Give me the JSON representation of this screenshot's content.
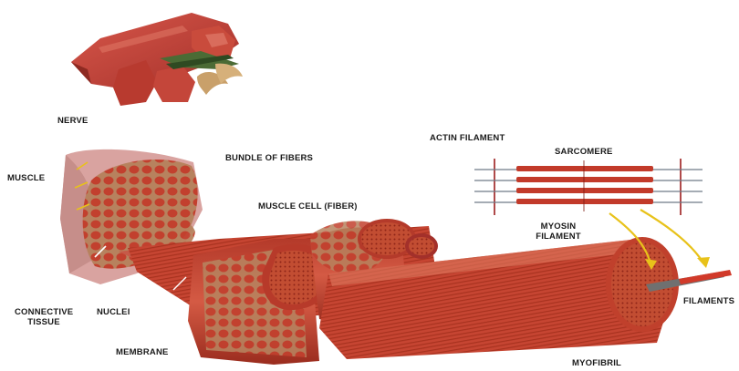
{
  "labels": {
    "nerve": "NERVE",
    "actin_filament": "ACTIN FILAMENT",
    "bundle_of_fibers": "BUNDLE OF FIBERS",
    "sarcomere": "SARCOMERE",
    "muscle": "MUSCLE",
    "muscle_cell": "MUSCLE CELL (FIBER)",
    "myosin_filament_line1": "MYOSIN",
    "myosin_filament_line2": "FILAMENT",
    "connective_tissue_line1": "CONNECTIVE",
    "connective_tissue_line2": "TISSUE",
    "nuclei": "NUCLEI",
    "filaments": "FILAMENTS",
    "membrane": "MEMBRANE",
    "myofibril": "MYOFIBRIL"
  },
  "colors": {
    "muscle_red": "#c2402e",
    "muscle_dark": "#8e2418",
    "muscle_light": "#e07a5f",
    "tissue_pink": "#d9a3a0",
    "arrow_yellow": "#e8c21a",
    "vegetable_green": "#4b6b35"
  }
}
